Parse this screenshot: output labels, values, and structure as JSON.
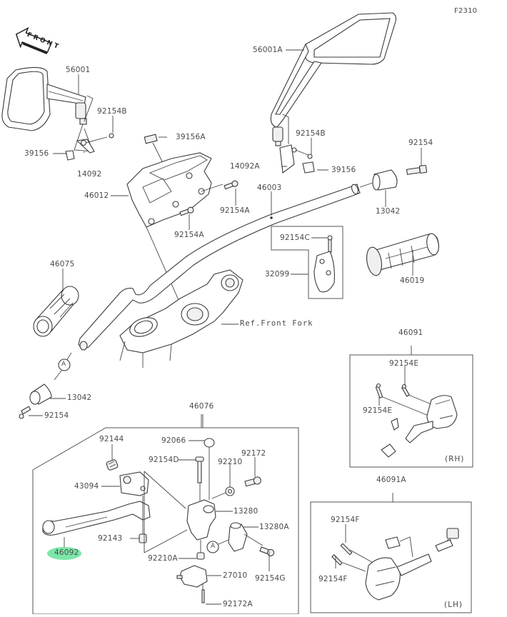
{
  "figure_code": "F2310",
  "front_indicator": "FRONT",
  "highlight_color": "#6ee3a0",
  "highlighted_part": "46092",
  "reference_note": "Ref.Front Fork",
  "callout_marker": "A",
  "side_labels": {
    "rh": "(RH)",
    "lh": "(LH)"
  },
  "parts": {
    "p56001": "56001",
    "p92154B_left": "92154B",
    "p39156_left": "39156",
    "p14092": "14092",
    "p56001A": "56001A",
    "p92154B_right": "92154B",
    "p14092A": "14092A",
    "p39156_right": "39156",
    "p92154_top": "92154",
    "p39156A": "39156A",
    "p46012": "46012",
    "p92154A_1": "92154A",
    "p92154A_2": "92154A",
    "p46003": "46003",
    "p13042_right": "13042",
    "p92154C": "92154C",
    "p32099": "32099",
    "p46019": "46019",
    "p46075": "46075",
    "p13042_left": "13042",
    "p92154_left": "92154",
    "p46076": "46076",
    "p92144": "92144",
    "p92066": "92066",
    "p92154D": "92154D",
    "p92172": "92172",
    "p92210": "92210",
    "p43094": "43094",
    "p13280": "13280",
    "p13280A": "13280A",
    "p92143": "92143",
    "p46092": "46092",
    "p92210A": "92210A",
    "p92154G": "92154G",
    "p27010": "27010",
    "p92172A": "92172A",
    "p46091": "46091",
    "p92154E_1": "92154E",
    "p92154E_2": "92154E",
    "p46091A": "46091A",
    "p92154F_1": "92154F",
    "p92154F_2": "92154F"
  }
}
